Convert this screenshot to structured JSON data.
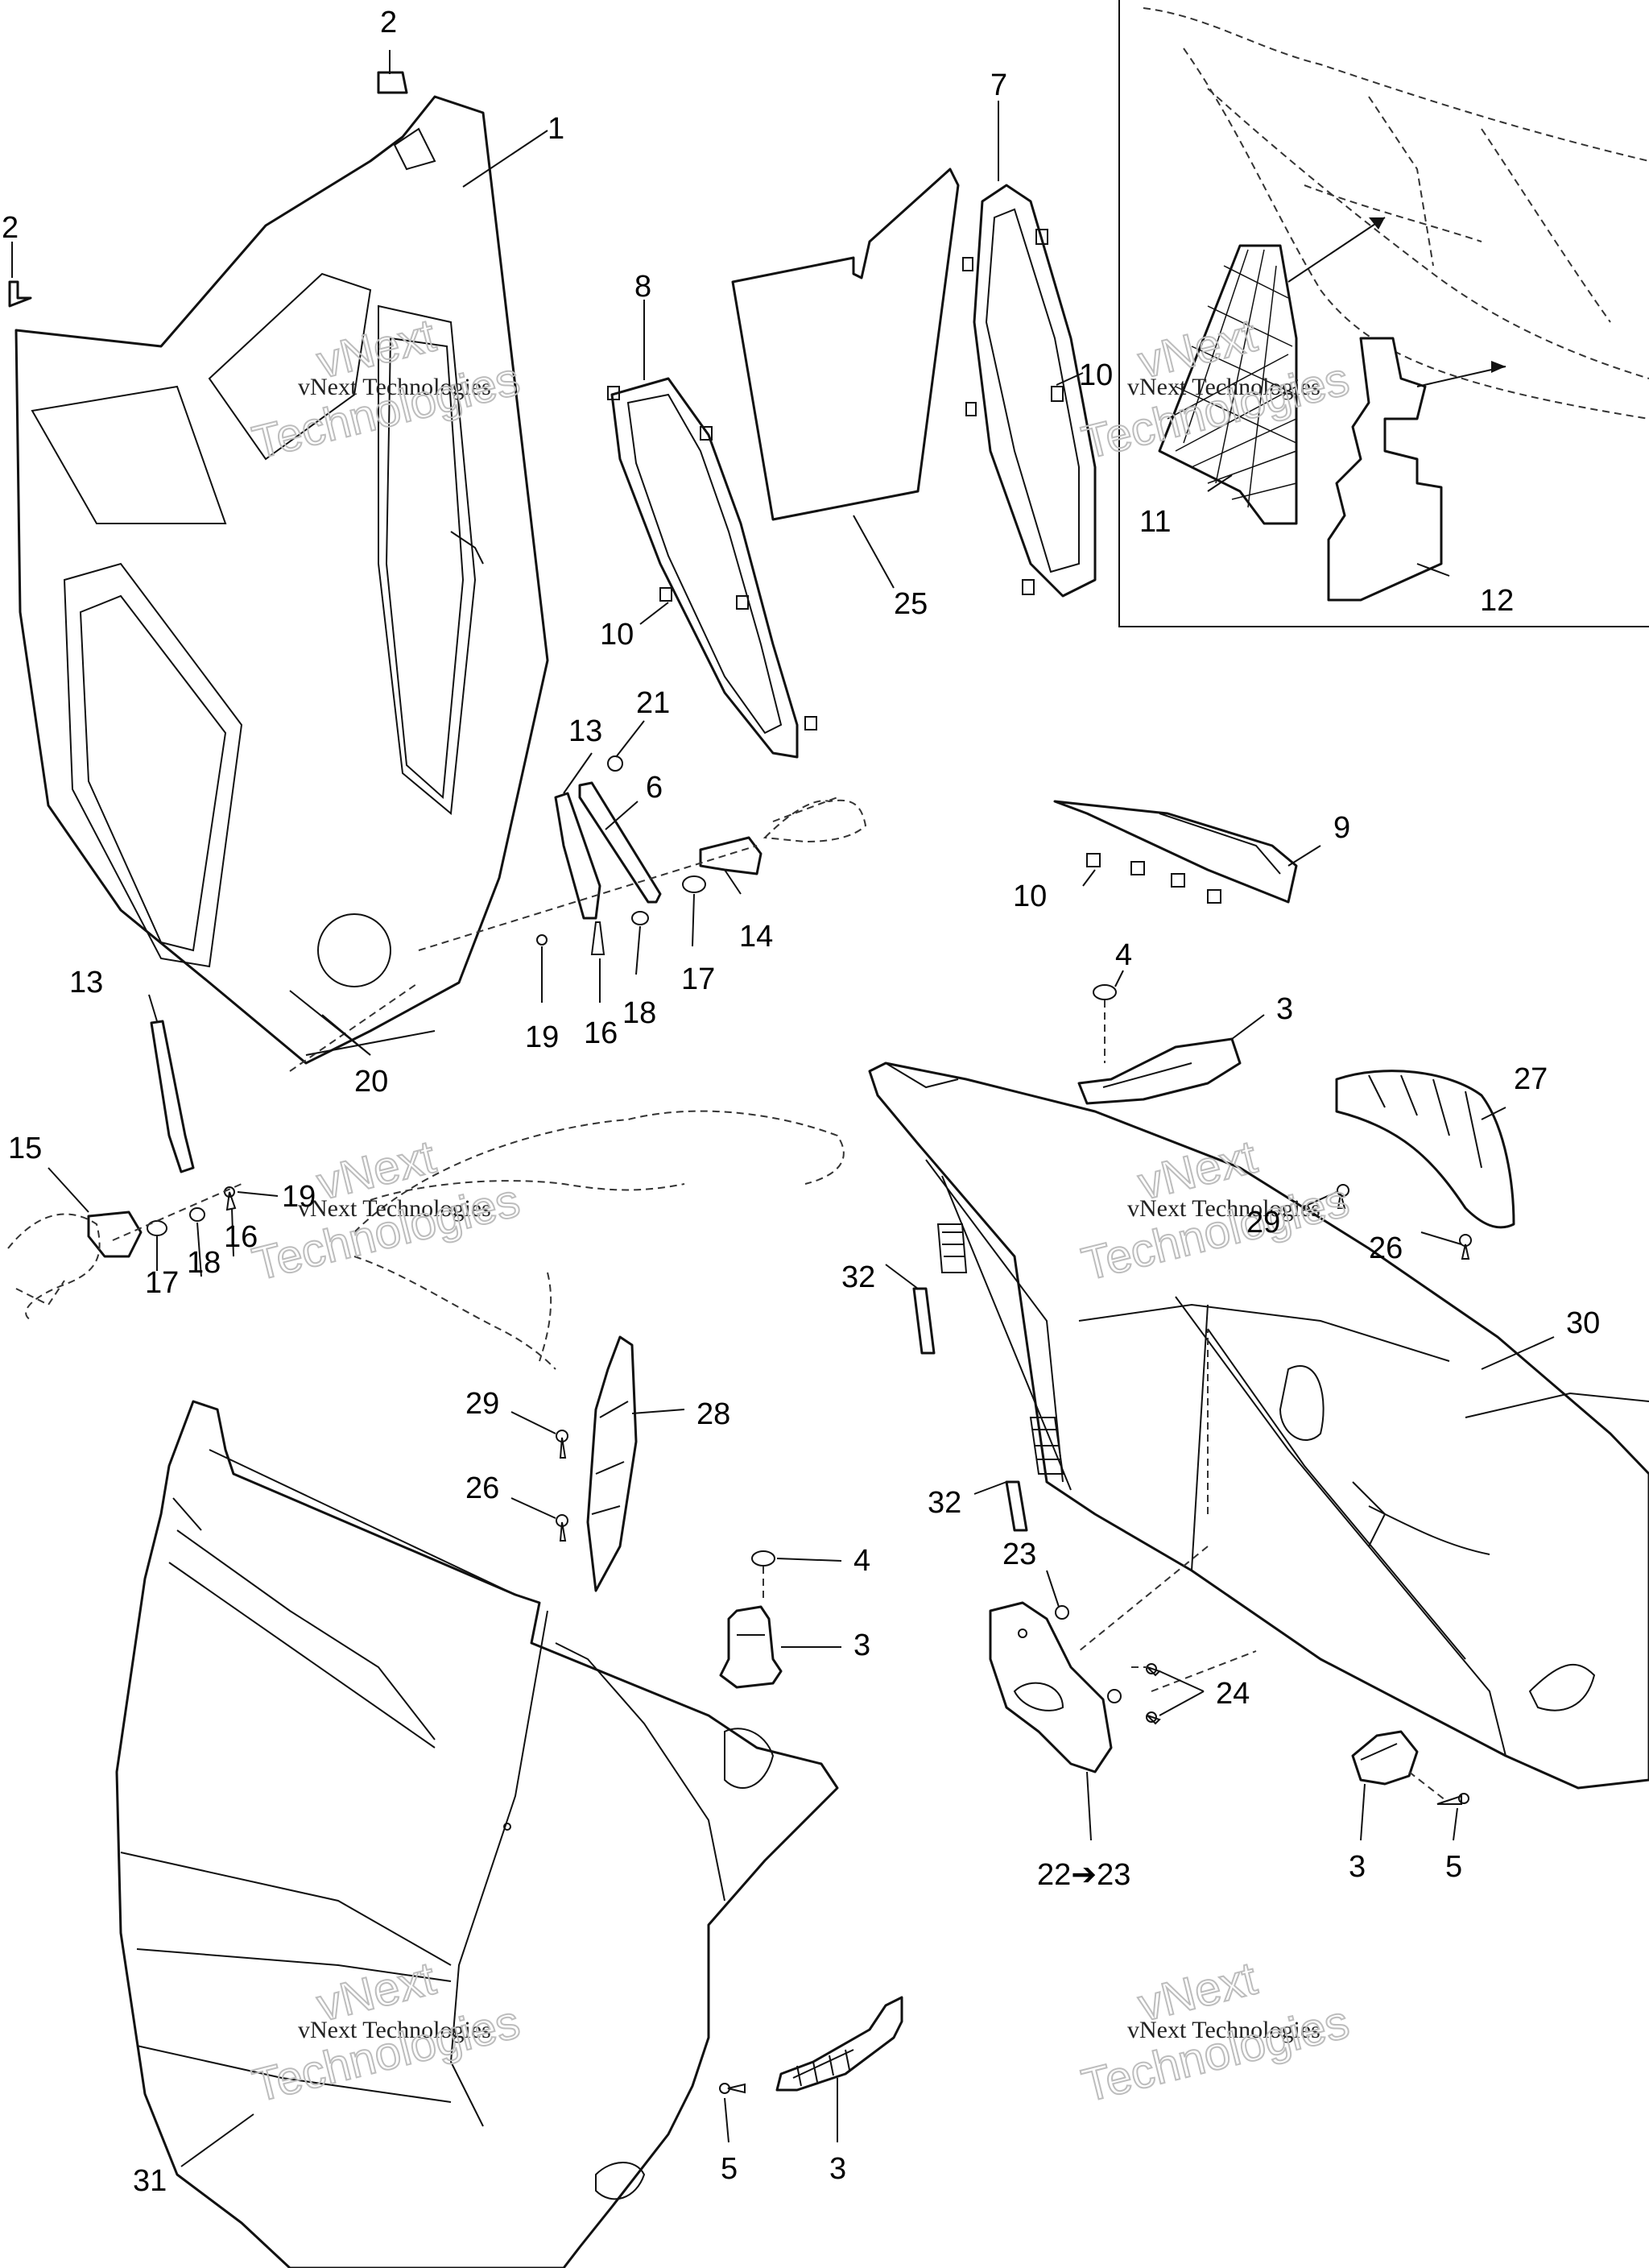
{
  "diagram": {
    "callouts": {
      "c1": "1",
      "c2a": "2",
      "c2b": "2",
      "c3a": "3",
      "c3b": "3",
      "c3c": "3",
      "c3d": "3",
      "c4a": "4",
      "c4b": "4",
      "c5a": "5",
      "c5b": "5",
      "c6": "6",
      "c7": "7",
      "c8": "8",
      "c9": "9",
      "c10a": "10",
      "c10b": "10",
      "c10c": "10",
      "c11": "11",
      "c12": "12",
      "c13a": "13",
      "c13b": "13",
      "c14": "14",
      "c15": "15",
      "c16a": "16",
      "c16b": "16",
      "c17a": "17",
      "c17b": "17",
      "c18a": "18",
      "c18b": "18",
      "c19a": "19",
      "c19b": "19",
      "c20": "20",
      "c21": "21",
      "c22": "22➔23",
      "c23": "23",
      "c24": "24",
      "c25": "25",
      "c26a": "26",
      "c26b": "26",
      "c27": "27",
      "c28": "28",
      "c29a": "29",
      "c29b": "29",
      "c30": "30",
      "c31": "31",
      "c32a": "32",
      "c32b": "32"
    },
    "watermark": {
      "line1": "vNext Technologies",
      "line2": "vNext",
      "line3": "Technologies"
    }
  }
}
